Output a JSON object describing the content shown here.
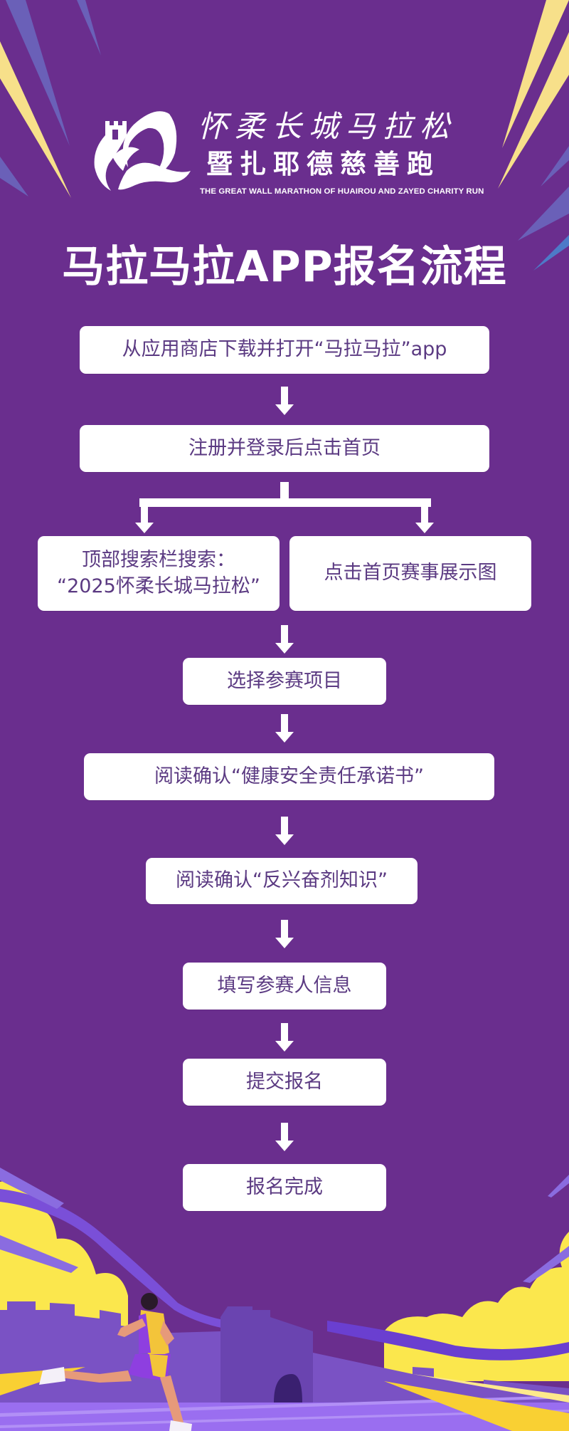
{
  "colors": {
    "background": "#6a2e8e",
    "box_fill": "#ffffff",
    "box_text": "#5b3a82",
    "accent_yellow": "#f7e08a",
    "accent_blue": "#6a60b8",
    "scene_yellow": "#fbe74d",
    "scene_violet": "#8a5ad6"
  },
  "header": {
    "logo_calligraphy": "怀柔长城马拉松",
    "logo_subtitle": "暨扎耶德慈善跑",
    "logo_english": "THE GREAT WALL MARATHON OF HUAIROU AND ZAYED CHARITY RUN",
    "title": "马拉马拉APP报名流程"
  },
  "flow": {
    "steps": [
      {
        "id": "download",
        "text": "从应用商店下载并打开“马拉马拉”app"
      },
      {
        "id": "register",
        "text": "注册并登录后点击首页"
      },
      {
        "id": "search",
        "line1": "顶部搜索栏搜索：",
        "line2": "“2025怀柔长城马拉松”"
      },
      {
        "id": "banner",
        "text": "点击首页赛事展示图"
      },
      {
        "id": "select",
        "text": "选择参赛项目"
      },
      {
        "id": "health",
        "text": "阅读确认“健康安全责任承诺书”"
      },
      {
        "id": "antidoping",
        "text": "阅读确认“反兴奋剂知识”"
      },
      {
        "id": "info",
        "text": "填写参赛人信息"
      },
      {
        "id": "submit",
        "text": "提交报名"
      },
      {
        "id": "done",
        "text": "报名完成"
      }
    ],
    "branch_note": "register splits into search OR banner, then both merge to select"
  },
  "illustration": {
    "description": "runner-on-great-wall"
  }
}
